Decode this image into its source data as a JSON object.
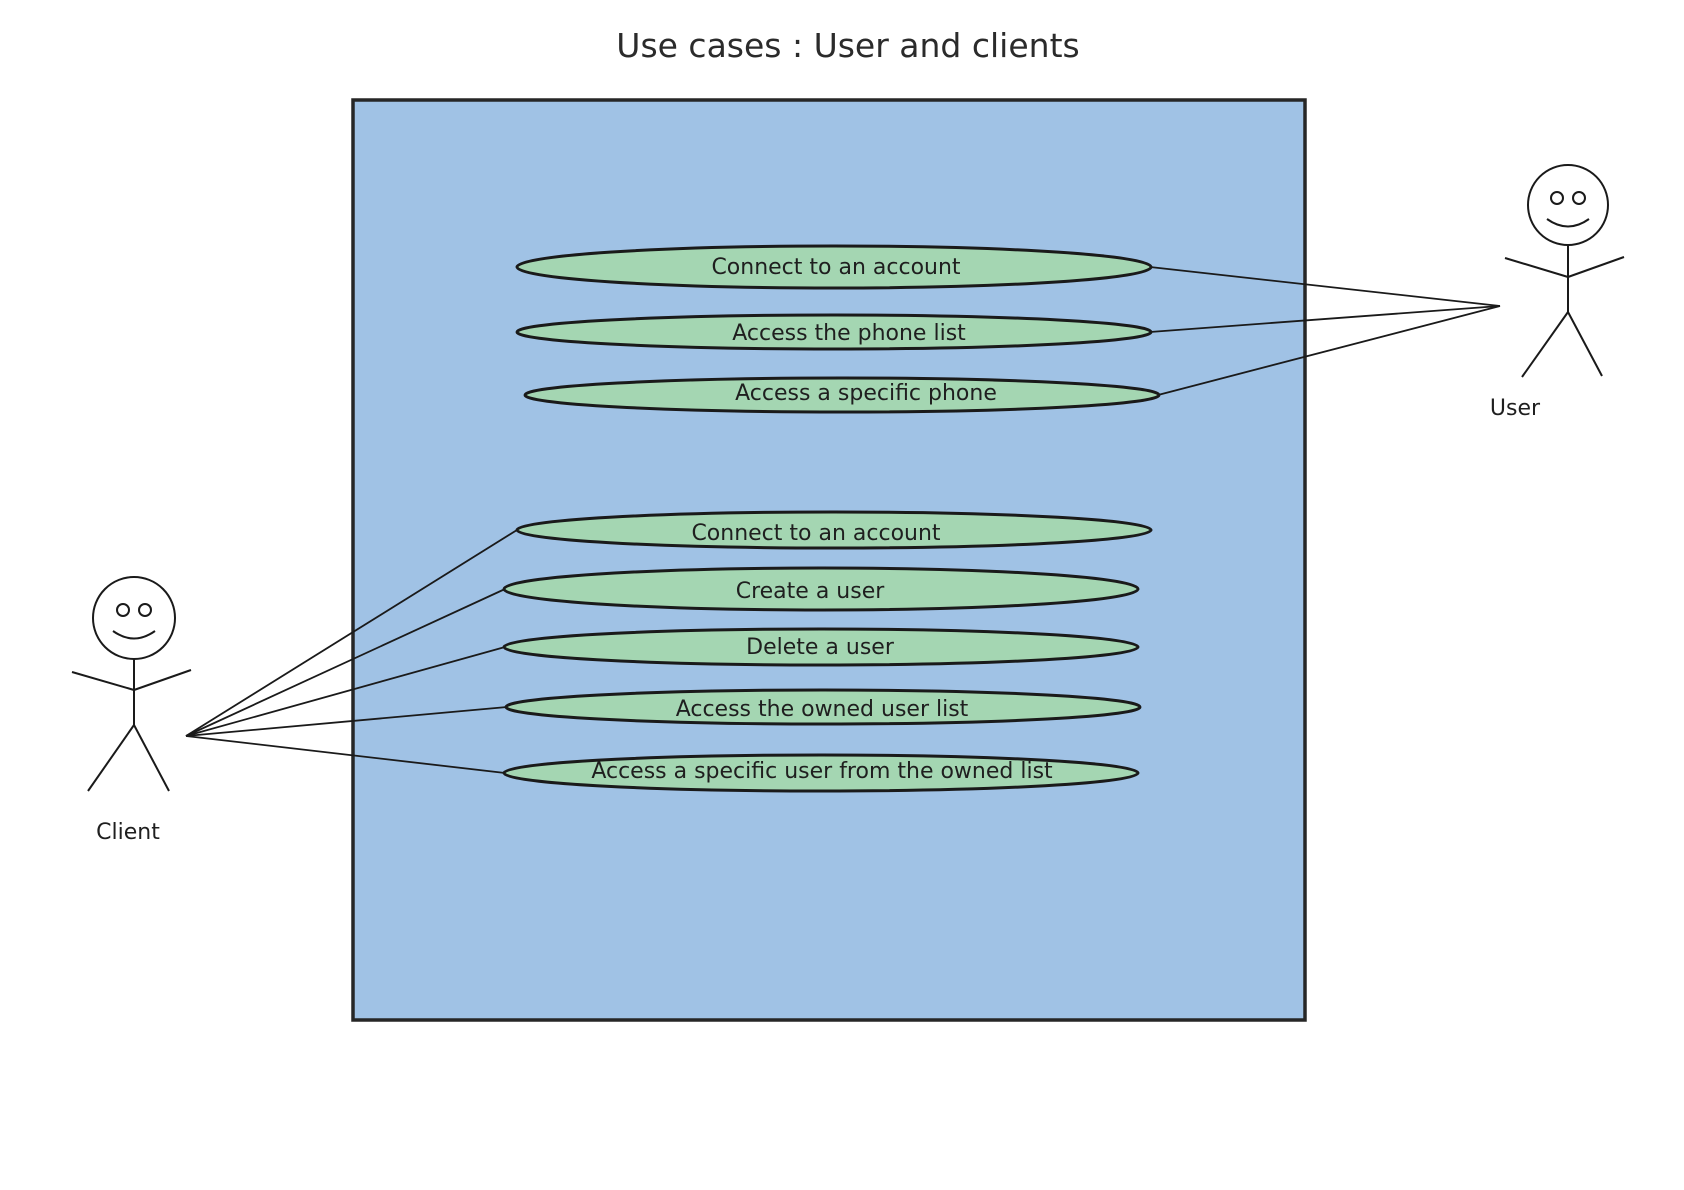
{
  "diagram": {
    "title": "Use cases : User and clients",
    "actors": {
      "user": {
        "label": "User"
      },
      "client": {
        "label": "Client"
      }
    },
    "user_use_cases": [
      {
        "label": "Connect to an account"
      },
      {
        "label": "Access the phone list"
      },
      {
        "label": "Access a specific phone"
      }
    ],
    "client_use_cases": [
      {
        "label": "Connect to an account"
      },
      {
        "label": "Create a user"
      },
      {
        "label": "Delete a user"
      },
      {
        "label": "Access the owned user list"
      },
      {
        "label": "Access a specific user from the owned list"
      }
    ]
  },
  "colors": {
    "system_fill": "#a0c2e5",
    "use_case_fill": "#a4d6b2",
    "stroke": "#1a1a1a"
  }
}
